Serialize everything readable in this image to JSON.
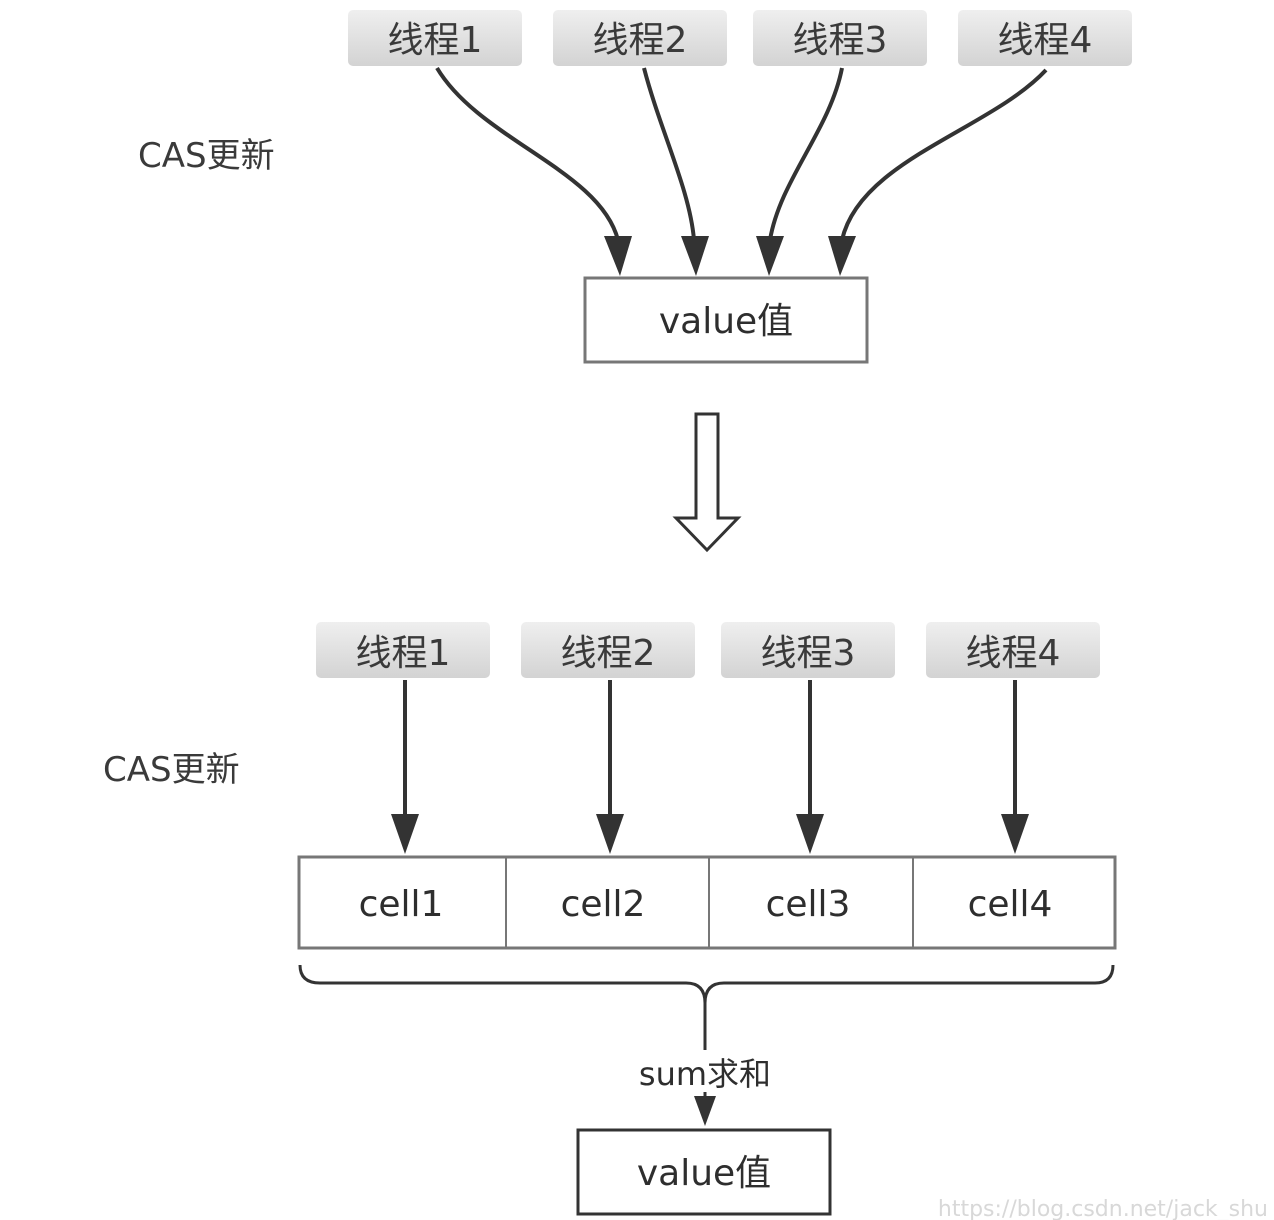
{
  "top": {
    "threads": [
      "线程1",
      "线程2",
      "线程3",
      "线程4"
    ],
    "cas_label": "CAS更新",
    "value_label": "value值"
  },
  "bottom": {
    "threads": [
      "线程1",
      "线程2",
      "线程3",
      "线程4"
    ],
    "cas_label": "CAS更新",
    "cells": [
      "cell1",
      "cell2",
      "cell3",
      "cell4"
    ],
    "sum_label": "sum求和",
    "value_label": "value值"
  },
  "watermark": "https://blog.csdn.net/jack_shu",
  "colors": {
    "thread_fill_top": "#ececec",
    "thread_fill_bottom": "#d6d6d6",
    "stroke": "#333333",
    "box_stroke": "#777777"
  }
}
